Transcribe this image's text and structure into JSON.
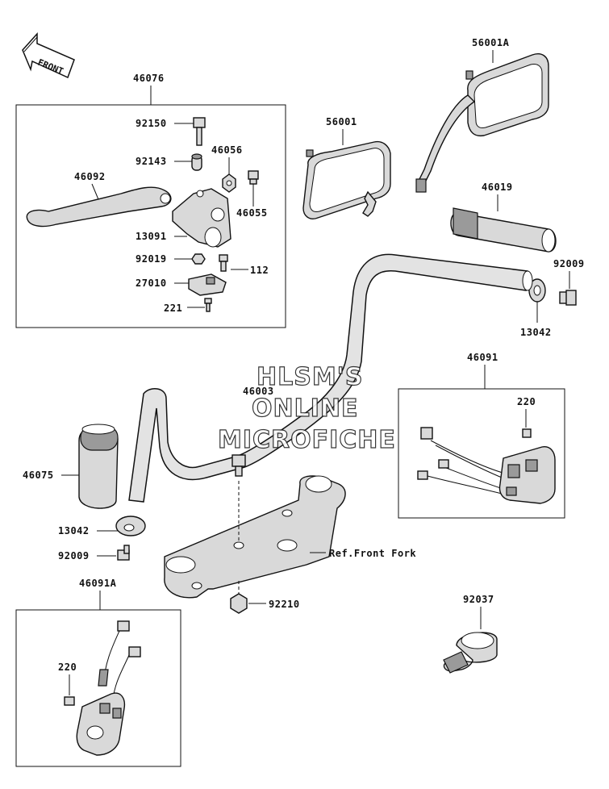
{
  "front_label": "FRONT",
  "labels": {
    "l46076": "46076",
    "l92150": "92150",
    "l92143": "92143",
    "l46056": "46056",
    "l46092": "46092",
    "l46055": "46055",
    "l13091": "13091",
    "l92019": "92019",
    "l112": "112",
    "l27010": "27010",
    "l221": "221",
    "l56001": "56001",
    "l56001A": "56001A",
    "l46019": "46019",
    "l92009a": "92009",
    "l13042a": "13042",
    "l46003": "46003",
    "l46091": "46091",
    "l220a": "220",
    "l46075": "46075",
    "l13042b": "13042",
    "l92009b": "92009",
    "lRef": "Ref.Front Fork",
    "l46091A": "46091A",
    "l92210": "92210",
    "l220b": "220",
    "l92037": "92037"
  },
  "watermark": {
    "line1": "HLSM'S",
    "line2": "ONLINE",
    "line3": "MICROFICHE"
  }
}
